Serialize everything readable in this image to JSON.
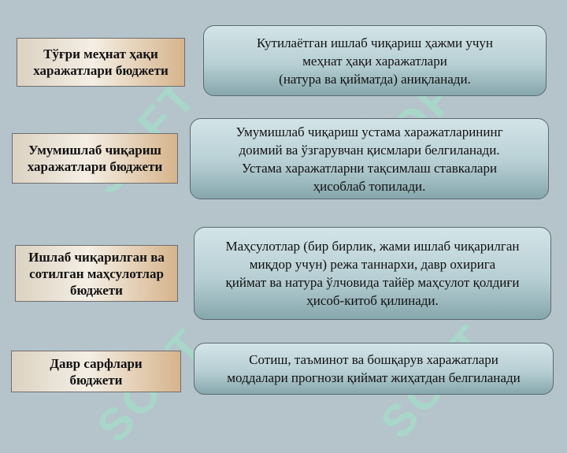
{
  "watermark": {
    "text": "SOFT"
  },
  "rows": [
    {
      "label": "Тўғри меҳнат ҳақи\nхаражатлари бюджети",
      "description": "Кутилаётган ишлаб чиқариш ҳажми учун\nмеҳнат ҳақи харажатлари\n(натура ва қийматда) аниқланади."
    },
    {
      "label": "Умумишлаб чиқариш\nхаражатлари бюджети",
      "description": "Умумишлаб чиқариш устама харажатларининг\nдоимий ва ўзгарувчан қисмлари белгиланади.\nУстама харажатларни тақсимлаш ставкалари\nҳисоблаб топилади."
    },
    {
      "label": "Ишлаб чиқарилган ва\nсотилган маҳсулотлар\nбюджети",
      "description": "Маҳсулотлар (бир бирлик, жами ишлаб чиқарилган\nмиқдор учун) режа таннархи, давр охирига\nқиймат ва натура ўлчовида тайёр маҳсулот қолдиғи\nҳисоб-китоб қилинади."
    },
    {
      "label": "Давр сарфлари\nбюджети",
      "description": "Сотиш, таъминот ва бошқарув харажатлари\nмоддалари прогнози қиймат жиҳатдан белгиланади"
    }
  ]
}
